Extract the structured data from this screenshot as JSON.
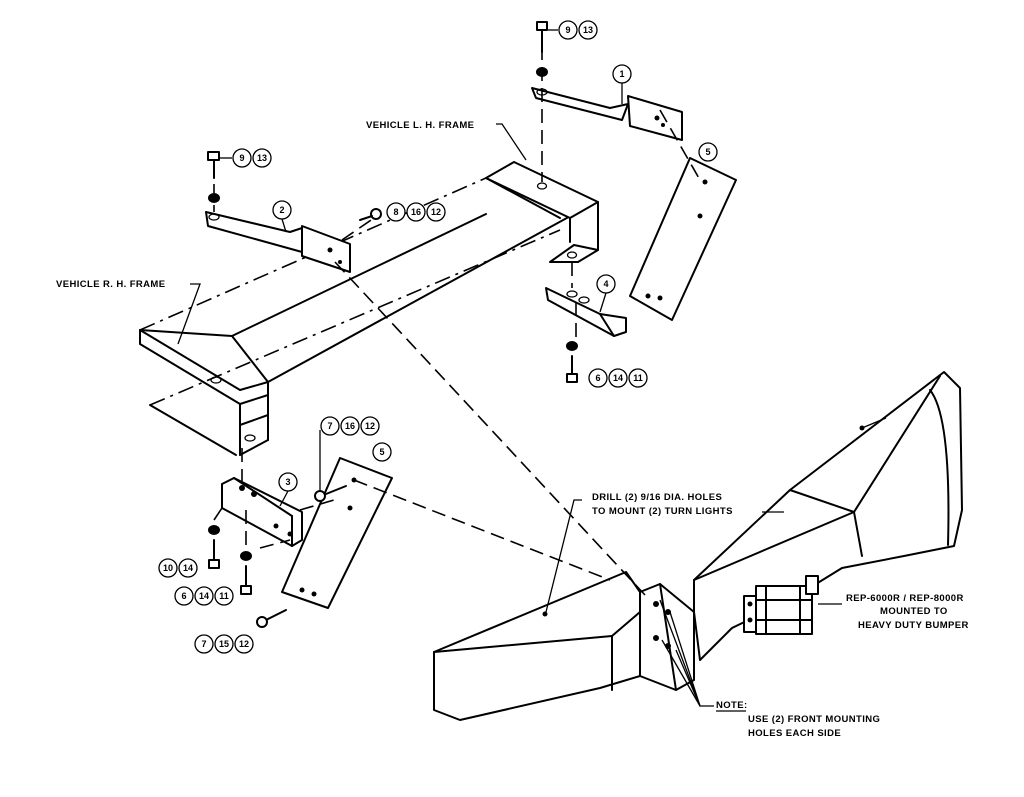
{
  "labels": {
    "lh_frame": "VEHICLE L. H. FRAME",
    "rh_frame": "VEHICLE R. H. FRAME",
    "drill_note_1": "DRILL (2) 9/16 DIA. HOLES",
    "drill_note_2": "TO MOUNT (2) TURN LIGHTS",
    "winch_1": "REP-6000R / REP-8000R",
    "winch_2": "MOUNTED TO",
    "winch_3": "HEAVY DUTY BUMPER",
    "note_title": "NOTE:",
    "note_1": "USE (2) FRONT MOUNTING",
    "note_2": "HOLES EACH SIDE"
  },
  "callouts": {
    "c1": "1",
    "c2": "2",
    "c3": "3",
    "c4": "4",
    "c5a": "5",
    "c5b": "5",
    "bolt_top": [
      "9",
      "13"
    ],
    "bolt_left_top": [
      "9",
      "13"
    ],
    "bolt_mid": [
      "8",
      "16",
      "12"
    ],
    "bolt_right": [
      "6",
      "14",
      "11"
    ],
    "bolt_7a": [
      "7",
      "16",
      "12"
    ],
    "bolt_10": [
      "10",
      "14"
    ],
    "bolt_6": [
      "6",
      "14",
      "11"
    ],
    "bolt_7b": [
      "7",
      "15",
      "12"
    ]
  }
}
